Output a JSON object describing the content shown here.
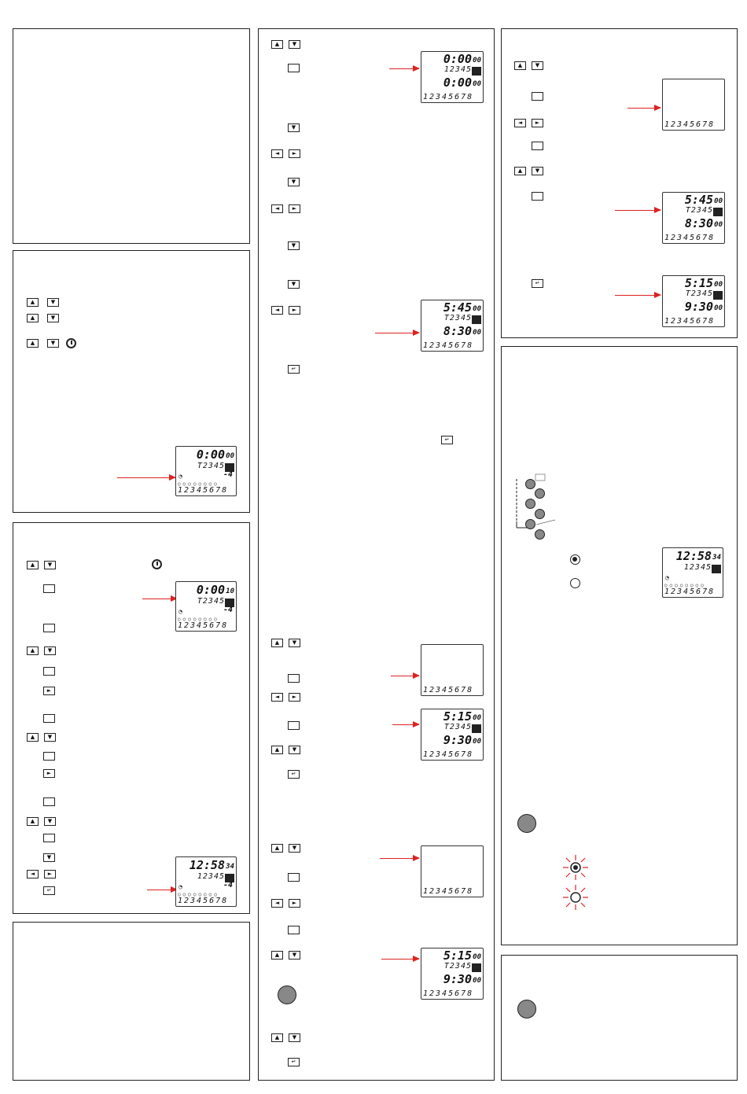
{
  "keys": {
    "up": "▲",
    "down": "▼",
    "left": "◄",
    "right": "►",
    "enter": "↵"
  },
  "lcd": {
    "zero_time": "0:00",
    "zero_sec": "00",
    "zero_sec_10": "10",
    "days": "12345",
    "days_bar": "T2345",
    "channels": "12345678",
    "offset": "-4",
    "clock_time": "12:58",
    "clock_sec": "34",
    "on1": "5:45",
    "off1": "8:30",
    "on2": "5:15",
    "off2": "9:30"
  },
  "colors": {
    "arrow": "#dd2222",
    "button": "#888888"
  },
  "icons": [
    "clock-icon",
    "channel-on-icon",
    "channel-off-icon",
    "flash-burst-icon",
    "house-icon"
  ]
}
